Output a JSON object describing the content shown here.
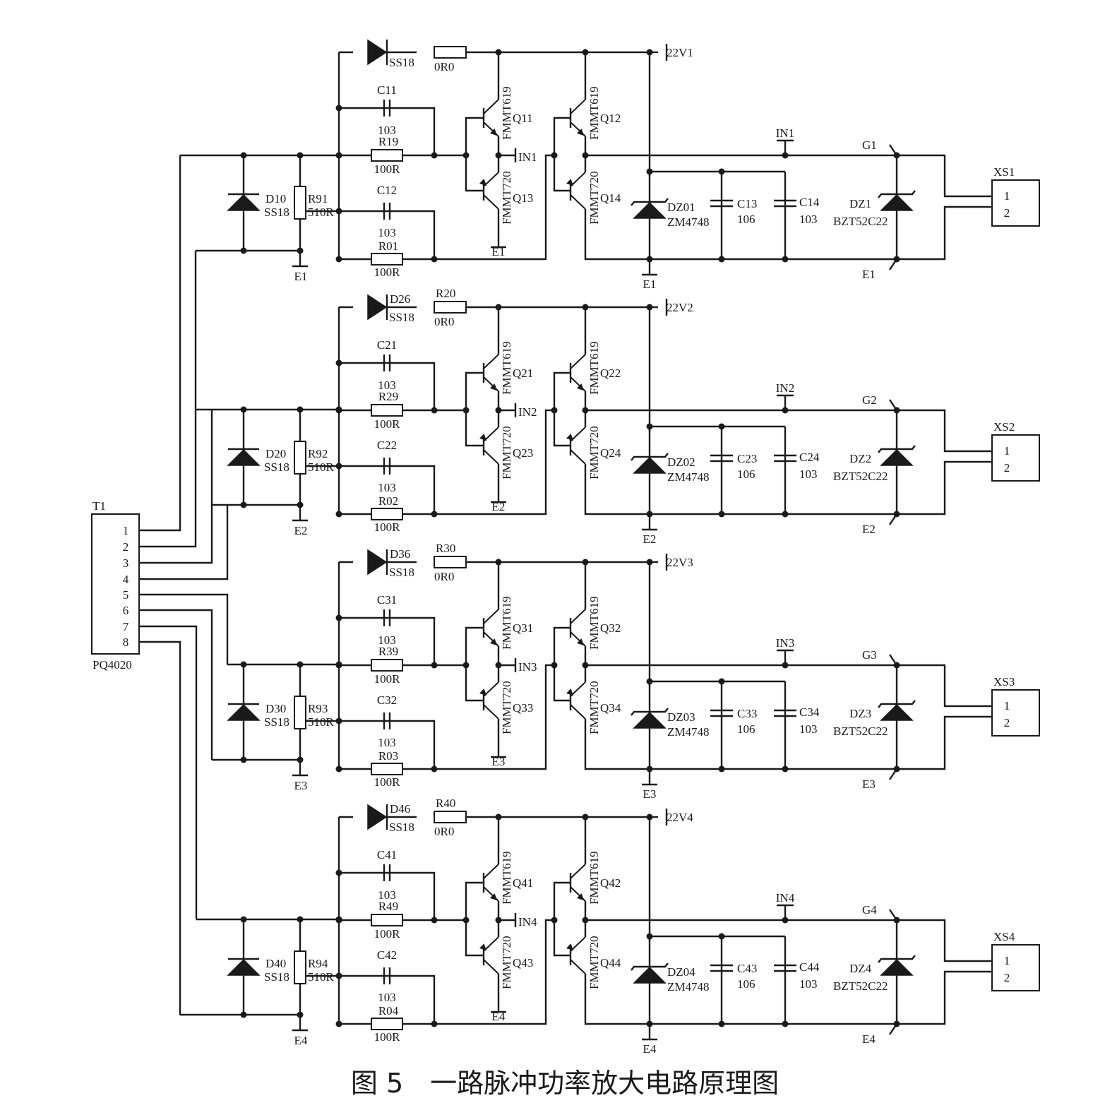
{
  "caption": "图 5　一路脉冲功率放大电路原理图",
  "transformer": {
    "ref": "T1",
    "part": "PQ4020",
    "pins": [
      "1",
      "2",
      "3",
      "4",
      "5",
      "6",
      "7",
      "8"
    ]
  },
  "channels": [
    {
      "supply": "22V1",
      "input": "IN1",
      "ground": "E1",
      "gate": "G1",
      "d_top": "",
      "d_top_part": "SS18",
      "r_top": "",
      "r_top_val": "0R0",
      "c_top": "C11",
      "c_top_val": "103",
      "r_mid": "R19",
      "r_mid_val": "100R",
      "c_bot": "C12",
      "c_bot_val": "103",
      "r_bot": "R01",
      "r_bot_val": "100R",
      "d_left": "D10",
      "d_left_part": "SS18",
      "r_left": "R91",
      "r_left_val": "510R",
      "q_a": "Q11",
      "q_b": "Q12",
      "q_c": "Q13",
      "q_d": "Q14",
      "npn_part": "FMMT619",
      "pnp_part": "FMMT720",
      "dz_a": "DZ01",
      "dz_a_part": "ZM4748",
      "c_a": "C13",
      "c_a_val": "106",
      "c_b": "C14",
      "c_b_val": "103",
      "dz_b": "DZ1",
      "dz_b_part": "BZT52C22",
      "conn": "XS1",
      "conn_pins": [
        "1",
        "2"
      ]
    },
    {
      "supply": "22V2",
      "input": "IN2",
      "ground": "E2",
      "gate": "G2",
      "d_top": "D26",
      "d_top_part": "SS18",
      "r_top": "R20",
      "r_top_val": "0R0",
      "c_top": "C21",
      "c_top_val": "103",
      "r_mid": "R29",
      "r_mid_val": "100R",
      "c_bot": "C22",
      "c_bot_val": "103",
      "r_bot": "R02",
      "r_bot_val": "100R",
      "d_left": "D20",
      "d_left_part": "SS18",
      "r_left": "R92",
      "r_left_val": "510R",
      "q_a": "Q21",
      "q_b": "Q22",
      "q_c": "Q23",
      "q_d": "Q24",
      "npn_part": "FMMT619",
      "pnp_part": "FMMT720",
      "dz_a": "DZ02",
      "dz_a_part": "ZM4748",
      "c_a": "C23",
      "c_a_val": "106",
      "c_b": "C24",
      "c_b_val": "103",
      "dz_b": "DZ2",
      "dz_b_part": "BZT52C22",
      "conn": "XS2",
      "conn_pins": [
        "1",
        "2"
      ]
    },
    {
      "supply": "22V3",
      "input": "IN3",
      "ground": "E3",
      "gate": "G3",
      "d_top": "D36",
      "d_top_part": "SS18",
      "r_top": "R30",
      "r_top_val": "0R0",
      "c_top": "C31",
      "c_top_val": "103",
      "r_mid": "R39",
      "r_mid_val": "100R",
      "c_bot": "C32",
      "c_bot_val": "103",
      "r_bot": "R03",
      "r_bot_val": "100R",
      "d_left": "D30",
      "d_left_part": "SS18",
      "r_left": "R93",
      "r_left_val": "510R",
      "q_a": "Q31",
      "q_b": "Q32",
      "q_c": "Q33",
      "q_d": "Q34",
      "npn_part": "FMMT619",
      "pnp_part": "FMMT720",
      "dz_a": "DZ03",
      "dz_a_part": "ZM4748",
      "c_a": "C33",
      "c_a_val": "106",
      "c_b": "C34",
      "c_b_val": "103",
      "dz_b": "DZ3",
      "dz_b_part": "BZT52C22",
      "conn": "XS3",
      "conn_pins": [
        "1",
        "2"
      ]
    },
    {
      "supply": "22V4",
      "input": "IN4",
      "ground": "E4",
      "gate": "G4",
      "d_top": "D46",
      "d_top_part": "SS18",
      "r_top": "R40",
      "r_top_val": "0R0",
      "c_top": "C41",
      "c_top_val": "103",
      "r_mid": "R49",
      "r_mid_val": "100R",
      "c_bot": "C42",
      "c_bot_val": "103",
      "r_bot": "R04",
      "r_bot_val": "100R",
      "d_left": "D40",
      "d_left_part": "SS18",
      "r_left": "R94",
      "r_left_val": "510R",
      "q_a": "Q41",
      "q_b": "Q42",
      "q_c": "Q43",
      "q_d": "Q44",
      "npn_part": "FMMT619",
      "pnp_part": "FMMT720",
      "dz_a": "DZ04",
      "dz_a_part": "ZM4748",
      "c_a": "C43",
      "c_a_val": "106",
      "c_b": "C44",
      "c_b_val": "103",
      "dz_b": "DZ4",
      "dz_b_part": "BZT52C22",
      "conn": "XS4",
      "conn_pins": [
        "1",
        "2"
      ]
    }
  ]
}
